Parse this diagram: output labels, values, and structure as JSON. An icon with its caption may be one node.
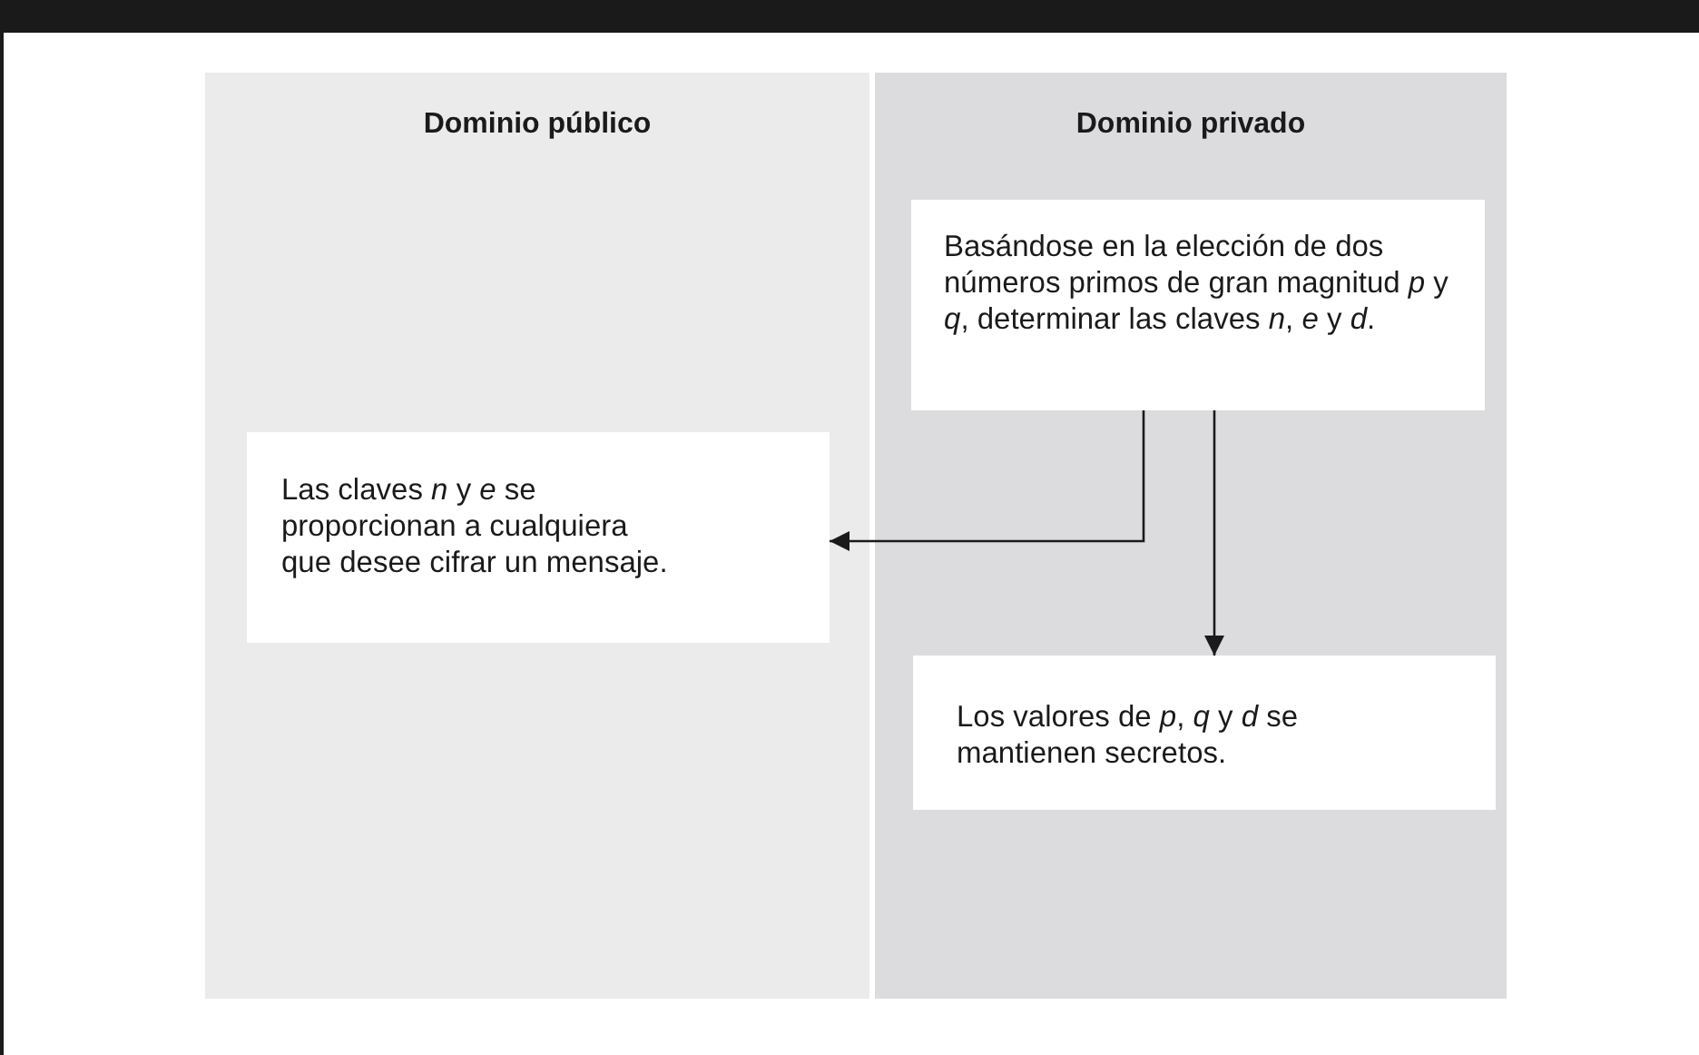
{
  "diagram": {
    "nodes": [
      {
        "text": [
          "Dominio público"
        ]
      },
      {
        "text": [
          "Dominio privado"
        ]
      },
      {
        "text": [
          "Basándose en la elección de dos números primos de gran magnitud *p* y *q*, determinar las claves *n*, *e* y *d*."
        ],
        "in": 1
      },
      {
        "text": [
          "Las claves *n* y *e* se proporcionan a cualquiera que desee cifrar un mensaje."
        ],
        "in": 0
      },
      {
        "text": [
          "Los valores de *p*, *q* y *d* se mantienen secretos."
        ],
        "in": 1
      }
    ],
    "edges": [
      {
        "from": 2,
        "to": 3,
        "arrow": "to"
      },
      {
        "from": 2,
        "to": 4,
        "arrow": "to"
      }
    ]
  }
}
